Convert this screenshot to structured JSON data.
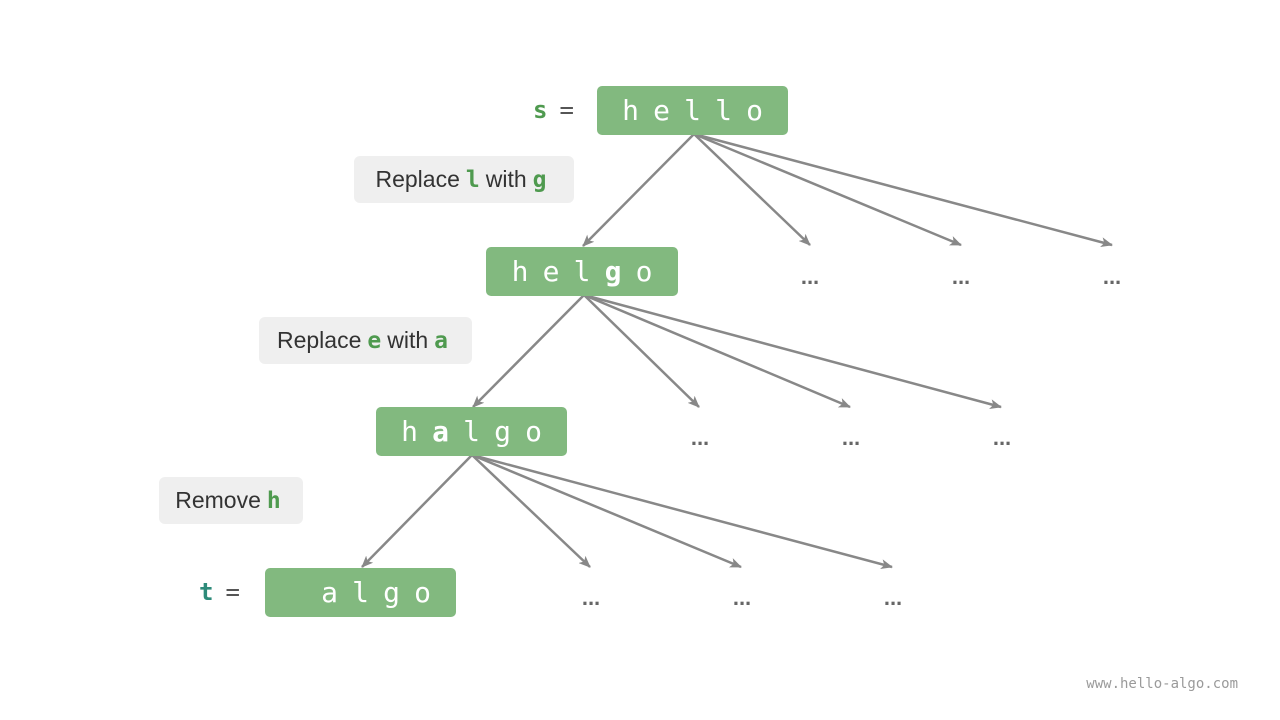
{
  "source_string": {
    "var": "s",
    "eq": "=",
    "chars": [
      "h",
      "e",
      "l",
      "l",
      "o"
    ],
    "bold_indices": []
  },
  "target_string": {
    "var": "t",
    "eq": "=",
    "chars": [
      " ",
      "a",
      "l",
      "g",
      "o"
    ],
    "bold_indices": []
  },
  "intermediate_1": {
    "chars": [
      "h",
      "e",
      "l",
      "g",
      "o"
    ],
    "bold_indices": [
      3
    ]
  },
  "intermediate_2": {
    "chars": [
      "h",
      "a",
      "l",
      "g",
      "o"
    ],
    "bold_indices": [
      1
    ]
  },
  "operations": [
    {
      "prefix": "Replace",
      "from": "l",
      "middle": "with",
      "to": "g"
    },
    {
      "prefix": "Replace",
      "from": "e",
      "middle": "with",
      "to": "a"
    },
    {
      "prefix": "Remove",
      "from": "h"
    }
  ],
  "ellipsis": "...",
  "watermark": "www.hello-algo.com",
  "colors": {
    "node_fill": "#82b97f",
    "node_text": "#ffffff",
    "highlight": "#4f9a4f",
    "target_var": "#2e8b7a",
    "arrow": "#888888",
    "op_box": "#efefef"
  }
}
